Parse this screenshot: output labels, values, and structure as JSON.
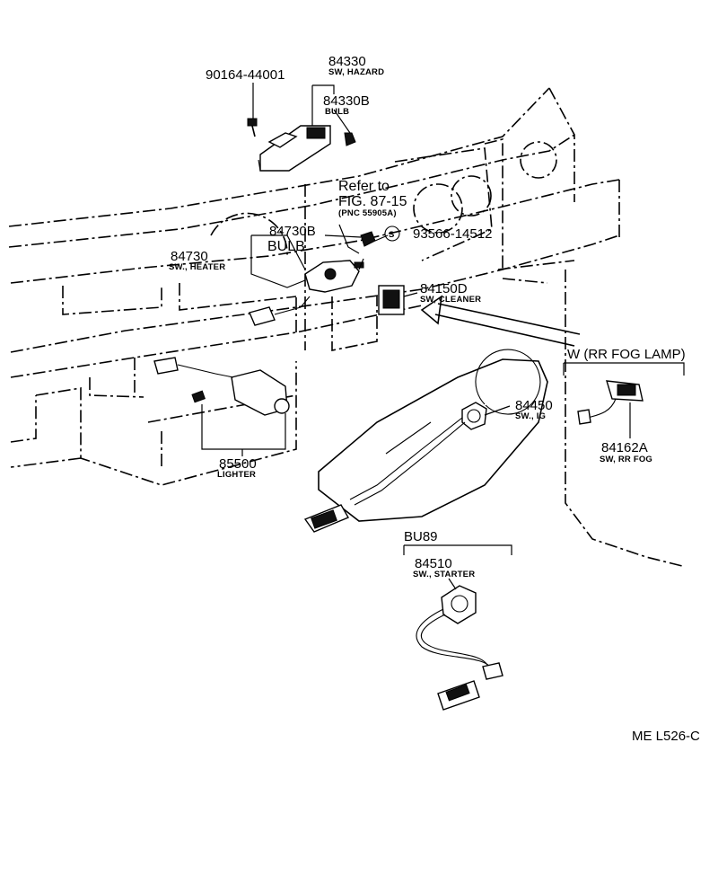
{
  "parts": {
    "p90164": {
      "number": "90164-44001"
    },
    "p84330": {
      "number": "84330",
      "desc": "SW, HAZARD"
    },
    "p84330b": {
      "number": "84330B",
      "desc": "BULB"
    },
    "refer": {
      "line1": "Refer to",
      "line2": "FIG. 87-15",
      "line3": "(PNC 55905A)"
    },
    "p84730b": {
      "number": "84730B",
      "desc": "BULB"
    },
    "p84730": {
      "number": "84730",
      "desc": "SW., HEATER"
    },
    "p93566": {
      "symbol": "S",
      "number": "93566-14512"
    },
    "p84150d": {
      "number": "84150D",
      "desc": "SW, CLEANER"
    },
    "p84450": {
      "number": "84450",
      "desc": "SW., IG"
    },
    "p85500": {
      "number": "85500",
      "desc": "LIGHTER"
    },
    "p84162a": {
      "number": "84162A",
      "desc": "SW, RR FOG"
    },
    "p84510": {
      "number": "84510",
      "desc": "SW., STARTER"
    }
  },
  "variants": {
    "rr_fog": {
      "label": "W (RR FOG LAMP)"
    },
    "bu89": {
      "label": "BU89"
    }
  },
  "footer": {
    "code": "ME L526-C"
  }
}
